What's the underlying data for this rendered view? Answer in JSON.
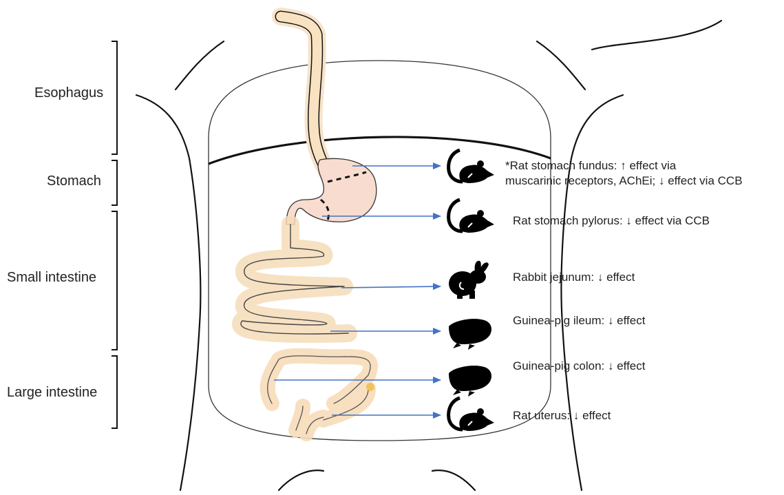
{
  "regions": {
    "esophagus": "Esophagus",
    "stomach": "Stomach",
    "small_intestine": "Small intestine",
    "large_intestine": "Large intestine"
  },
  "annotations": [
    {
      "animal": "rat",
      "line1": "*Rat stomach fundus: ↑ effect via",
      "line2": "muscarinic receptors, AChEi; ↓ effect via CCB"
    },
    {
      "animal": "rat",
      "line1": "Rat stomach pylorus: ↓ effect via CCB"
    },
    {
      "animal": "rabbit",
      "line1": "Rabbit jejunum: ↓ effect"
    },
    {
      "animal": "guinea-pig",
      "line1": "Guinea-pig ileum: ↓ effect"
    },
    {
      "animal": "guinea-pig",
      "line1": "Guinea-pig colon: ↓ effect"
    },
    {
      "animal": "rat",
      "line1": "Rat uterus: ↓ effect"
    }
  ],
  "colors": {
    "organ_fill": "#f8e2c2",
    "stomach_fill": "#f7dccf",
    "arrow": "#4472c4",
    "outline": "#111111"
  }
}
